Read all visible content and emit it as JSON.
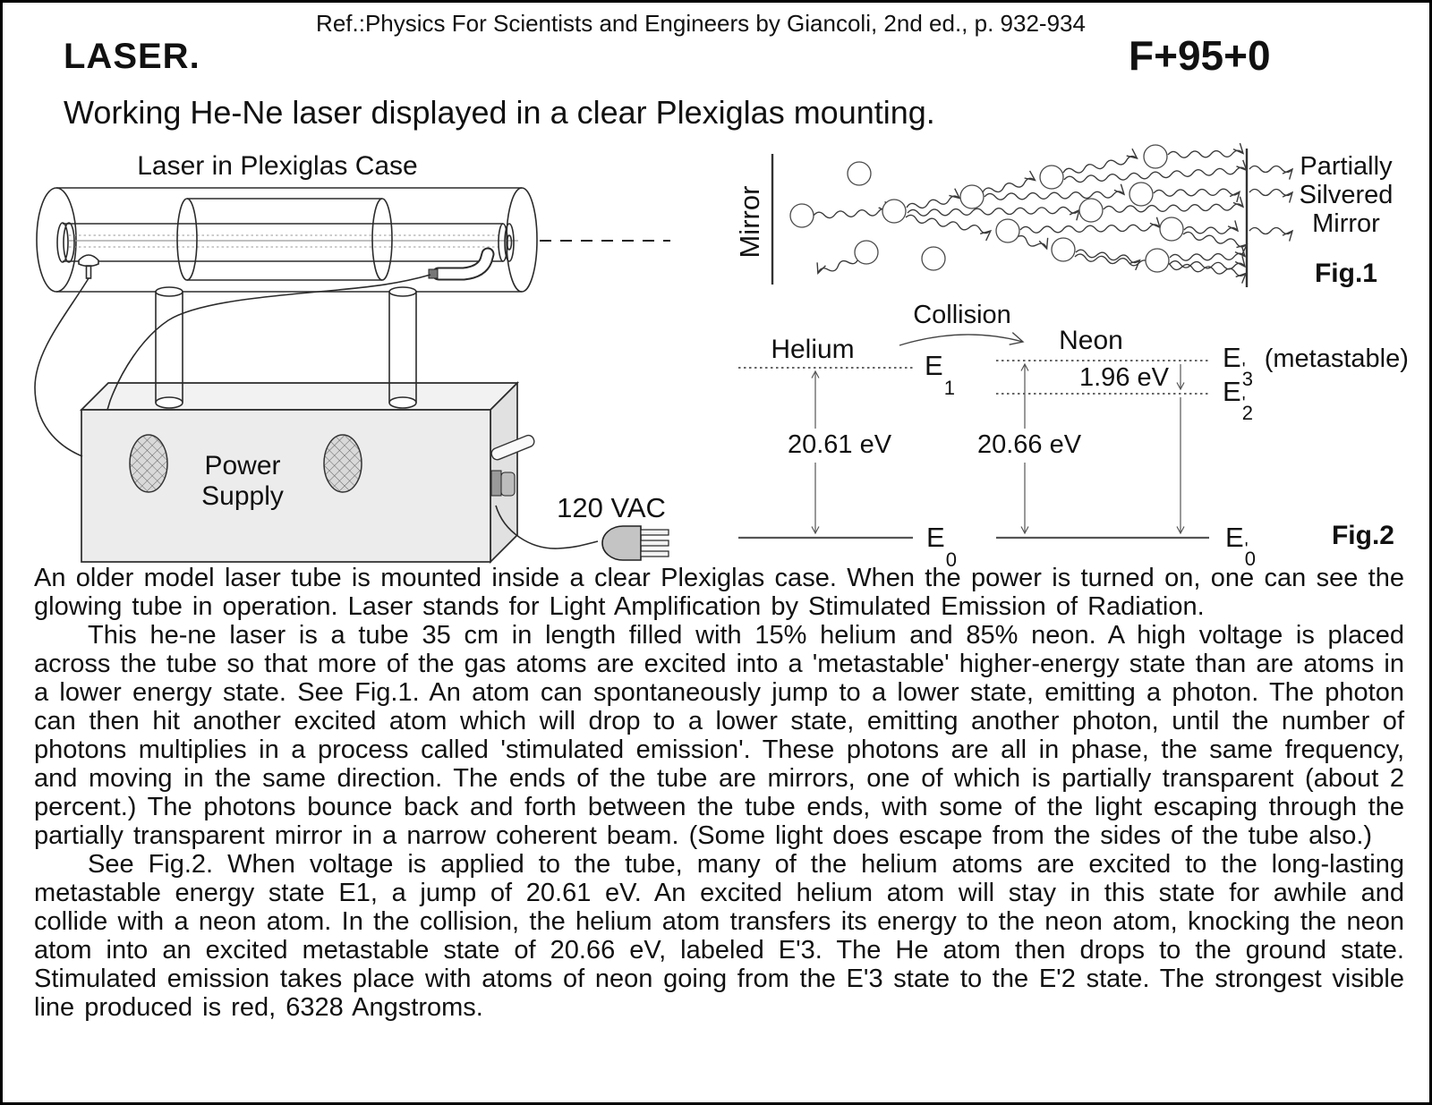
{
  "header": {
    "ref": "Ref.:Physics For Scientists and Engineers by Giancoli, 2nd ed., p. 932-934",
    "title": "LASER.",
    "catalog_code": "F+95+0",
    "subtitle": "Working He-Ne laser displayed in a clear Plexiglas mounting."
  },
  "apparatus": {
    "caption": "Laser in Plexiglas Case",
    "power_line1": "Power",
    "power_line2": "Supply",
    "plug_label": "120 VAC"
  },
  "fig1": {
    "mirror_label": "Mirror",
    "psm_line1": "Partially",
    "psm_line2": "Silvered",
    "psm_line3": "Mirror",
    "caption": "Fig.1"
  },
  "fig2": {
    "collision_label": "Collision",
    "helium_label": "Helium",
    "neon_label": "Neon",
    "helium_jump": "20.61 eV",
    "neon_jump": "20.66 eV",
    "laser_transition": "1.96 eV",
    "metastable_note": "(metastable)",
    "caption": "Fig.2",
    "levels": {
      "e1": {
        "base": "E",
        "prime": "",
        "sub": "1"
      },
      "e0": {
        "base": "E",
        "prime": "",
        "sub": "0"
      },
      "e3p": {
        "base": "E",
        "prime": "'",
        "sub": "3"
      },
      "e2p": {
        "base": "E",
        "prime": "'",
        "sub": "2"
      },
      "e0p": {
        "base": "E",
        "prime": "'",
        "sub": "0"
      }
    }
  },
  "body": {
    "paragraphs": [
      "An older model laser tube is mounted inside a clear Plexiglas case. When the power is turned on, one can see the glowing tube in operation. Laser stands for Light Amplification by Stimulated Emission of Radiation.",
      "This he-ne laser is a tube 35 cm in length filled with 15% helium and 85% neon. A high voltage is placed across the tube so that more of the gas atoms are excited into a 'metastable' higher-energy state than are atoms in a lower energy state. See Fig.1. An atom can spontaneously jump to a lower state, emitting a photon. The photon can then hit another excited atom which will drop to a lower state, emitting another photon, until the number of photons multiplies in a process called 'stimulated emission'. These photons are all in phase, the same frequency, and moving in the same direction. The ends of the tube are mirrors, one of which is partially transparent (about 2 percent.) The photons bounce back and forth between the tube ends, with some of the light escaping through the partially transparent mirror in a narrow coherent beam. (Some light does escape from the sides of the tube also.)",
      "See Fig.2. When voltage is applied to the tube, many of the helium atoms are excited to the long-lasting metastable energy state E1, a jump of 20.61 eV. An excited helium atom will stay in this state for awhile and collide with a neon atom. In the collision, the helium atom transfers its energy to the neon atom, knocking the neon atom into an excited metastable state of 20.66 eV, labeled E'3. The He atom then drops to the ground state. Stimulated emission takes place with atoms of neon going from the E'3 state to the E'2 state. The strongest visible line produced is red, 6328 Angstroms."
    ]
  }
}
